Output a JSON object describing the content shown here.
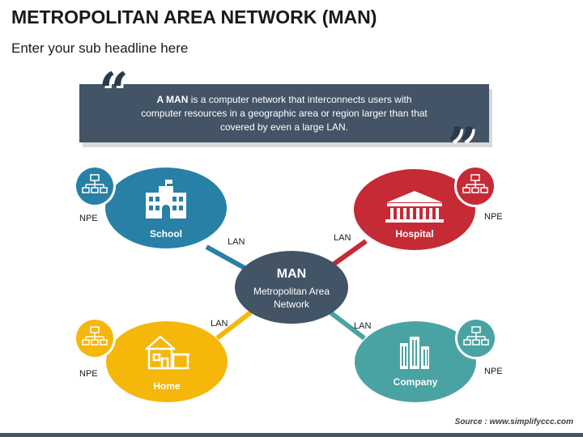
{
  "title": "METROPOLITAN AREA NETWORK (MAN)",
  "subtitle": "Enter your sub headline here",
  "quote": {
    "bold": "A MAN",
    "rest": " is a computer network that interconnects users with computer resources in a geographic area or region larger than that covered by even a large LAN."
  },
  "center": {
    "title": "MAN",
    "subtitle": "Metropolitan Area Network"
  },
  "nodes": [
    {
      "label": "School",
      "color": "#2880a6",
      "npe": "NPE",
      "link": "LAN",
      "icon": "school-building-icon"
    },
    {
      "label": "Hospital",
      "color": "#c62a35",
      "npe": "NPE",
      "link": "LAN",
      "icon": "hospital-building-icon"
    },
    {
      "label": "Home",
      "color": "#f5b70a",
      "npe": "NPE",
      "link": "LAN",
      "icon": "house-icon"
    },
    {
      "label": "Company",
      "color": "#4aa3a3",
      "npe": "NPE",
      "link": "LAN",
      "icon": "office-tower-icon"
    }
  ],
  "colors": {
    "dark": "#425466",
    "school": "#2880a6",
    "hospital": "#c62a35",
    "home": "#f5b70a",
    "company": "#4aa3a3"
  },
  "source": "Source : www.simplifyccc.com"
}
